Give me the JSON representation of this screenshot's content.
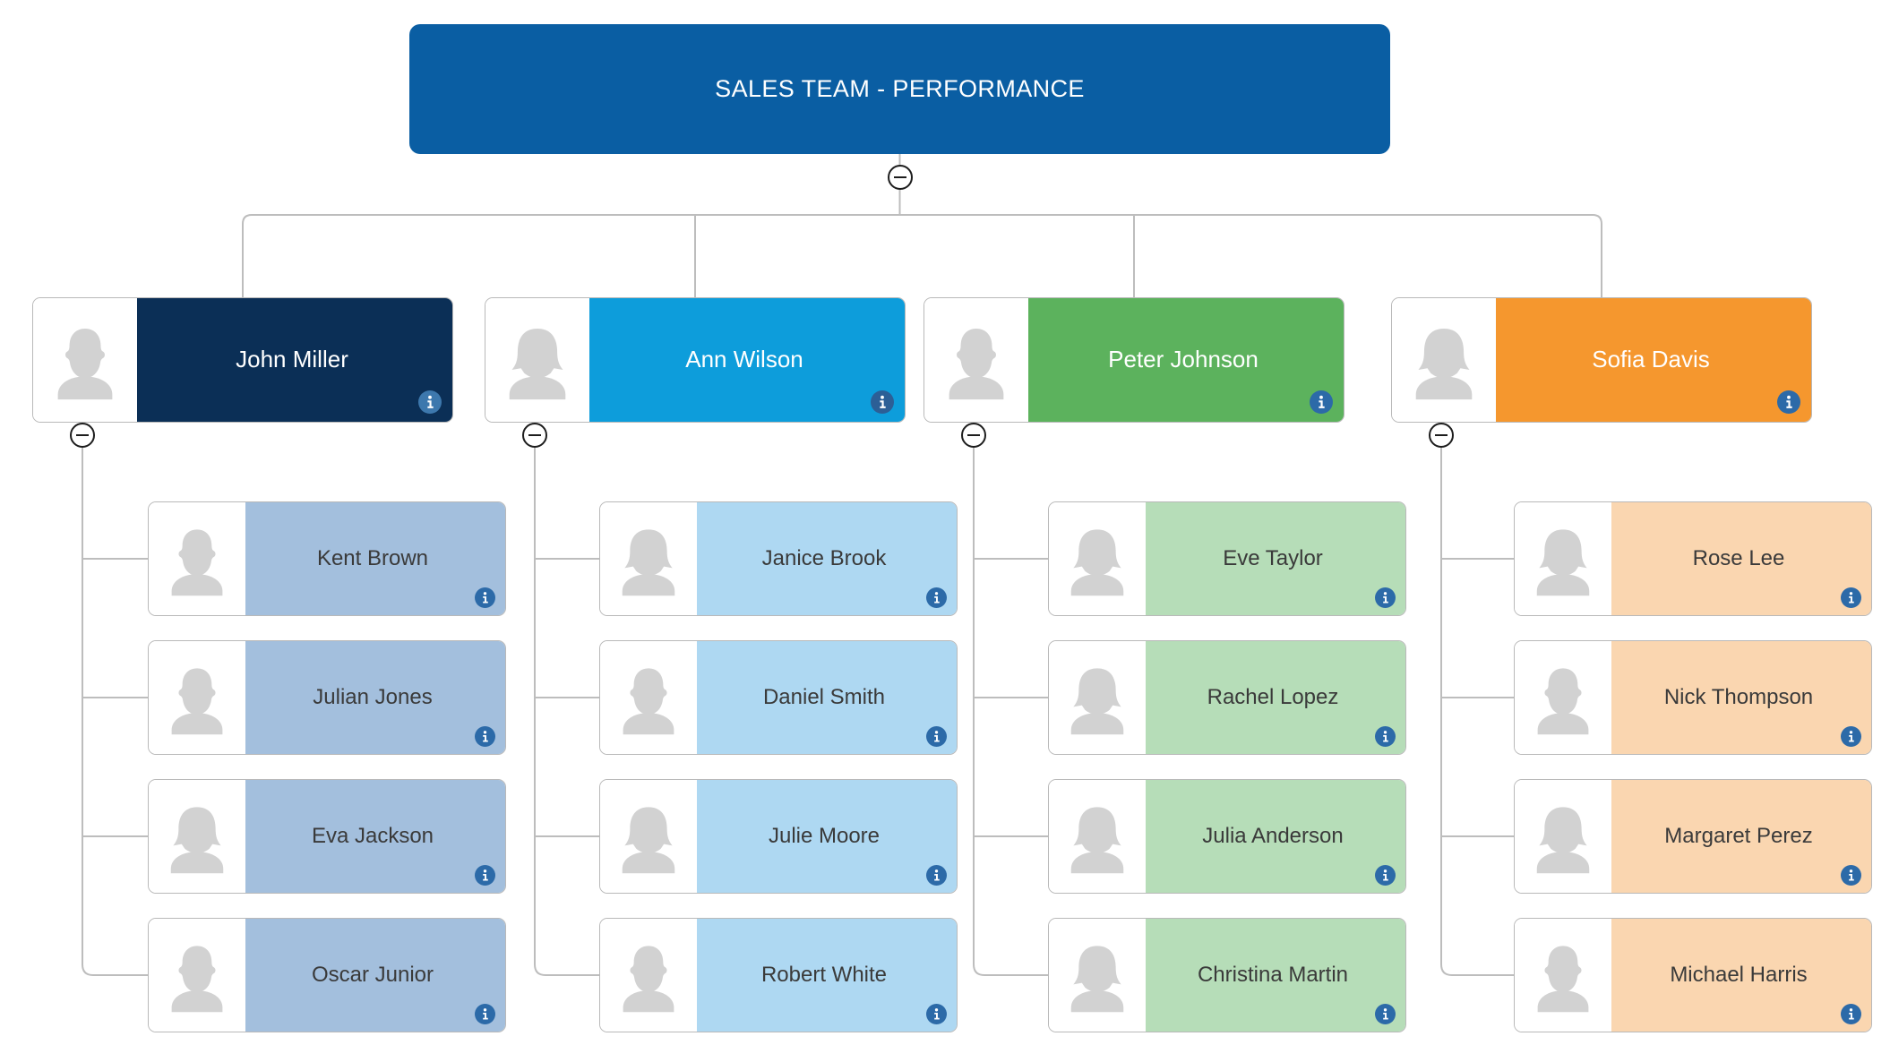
{
  "chart": {
    "title": "Sales Team - Performance",
    "title_display": "SALES TEAM - PERFORMANCE",
    "root_color": "#0a5ea3",
    "connector_color": "#bdbdbd",
    "card_border_color": "#b9b9b9",
    "avatar_color": "#d2d2d2",
    "info_badge_color_on_dark": "#3d78ad",
    "info_badge_color_on_light": "#2c6aa8"
  },
  "toggles": {
    "root_label": "collapse",
    "glyph": "minus"
  },
  "branches": [
    {
      "id": "john-miller",
      "manager": {
        "name": "John Miller",
        "color": "#0b2f56",
        "text_color": "#ffffff",
        "avatar": "male",
        "info_label": "i",
        "info_color": "#3d78ad"
      },
      "child_color": "#a3bfdd",
      "child_text_color": "#3a3a3a",
      "children": [
        {
          "name": "Kent Brown",
          "avatar": "male",
          "info_label": "i",
          "info_color": "#2c6aa8"
        },
        {
          "name": "Julian Jones",
          "avatar": "male",
          "info_label": "i",
          "info_color": "#2c6aa8"
        },
        {
          "name": "Eva Jackson",
          "avatar": "female",
          "info_label": "i",
          "info_color": "#2c6aa8"
        },
        {
          "name": "Oscar Junior",
          "avatar": "male",
          "info_label": "i",
          "info_color": "#2c6aa8"
        }
      ]
    },
    {
      "id": "ann-wilson",
      "manager": {
        "name": "Ann Wilson",
        "color": "#0d9ddb",
        "text_color": "#ffffff",
        "avatar": "female",
        "info_label": "i",
        "info_color": "#2c5f96"
      },
      "child_color": "#aed8f2",
      "child_text_color": "#3a3a3a",
      "children": [
        {
          "name": "Janice Brook",
          "avatar": "female",
          "info_label": "i",
          "info_color": "#2c6aa8"
        },
        {
          "name": "Daniel Smith",
          "avatar": "male",
          "info_label": "i",
          "info_color": "#2c6aa8"
        },
        {
          "name": "Julie Moore",
          "avatar": "female",
          "info_label": "i",
          "info_color": "#2c6aa8"
        },
        {
          "name": "Robert White",
          "avatar": "male",
          "info_label": "i",
          "info_color": "#2c6aa8"
        }
      ]
    },
    {
      "id": "peter-johnson",
      "manager": {
        "name": "Peter Johnson",
        "color": "#5cb25d",
        "text_color": "#ffffff",
        "avatar": "male",
        "info_label": "i",
        "info_color": "#2c6aa8"
      },
      "child_color": "#b6ddb8",
      "child_text_color": "#3a3a3a",
      "children": [
        {
          "name": "Eve Taylor",
          "avatar": "female",
          "info_label": "i",
          "info_color": "#2c6aa8"
        },
        {
          "name": "Rachel Lopez",
          "avatar": "female",
          "info_label": "i",
          "info_color": "#2c6aa8"
        },
        {
          "name": "Julia Anderson",
          "avatar": "female",
          "info_label": "i",
          "info_color": "#2c6aa8"
        },
        {
          "name": "Christina Martin",
          "avatar": "female",
          "info_label": "i",
          "info_color": "#2c6aa8"
        }
      ]
    },
    {
      "id": "sofia-davis",
      "manager": {
        "name": "Sofia Davis",
        "color": "#f5972e",
        "text_color": "#ffffff",
        "avatar": "female",
        "info_label": "i",
        "info_color": "#2c6aa8"
      },
      "child_color": "#fad6b0",
      "child_text_color": "#3a3a3a",
      "children": [
        {
          "name": "Rose Lee",
          "avatar": "female",
          "info_label": "i",
          "info_color": "#2c6aa8"
        },
        {
          "name": "Nick Thompson",
          "avatar": "male",
          "info_label": "i",
          "info_color": "#2c6aa8"
        },
        {
          "name": "Margaret Perez",
          "avatar": "female",
          "info_label": "i",
          "info_color": "#2c6aa8"
        },
        {
          "name": "Michael Harris",
          "avatar": "male",
          "info_label": "i",
          "info_color": "#2c6aa8"
        }
      ]
    }
  ]
}
